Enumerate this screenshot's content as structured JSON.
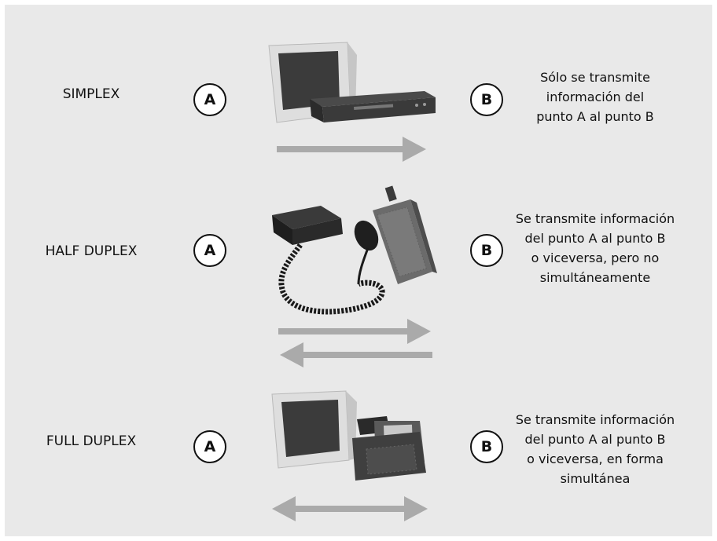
{
  "rows": [
    {
      "mode": "SIMPLEX",
      "endpoint_a": "A",
      "endpoint_b": "B",
      "description_lines": [
        "Sólo se transmite",
        "información del",
        "punto A al punto B"
      ],
      "devices": [
        "crt-monitor",
        "set-top-box"
      ],
      "arrow": "single-right"
    },
    {
      "mode": "HALF DUPLEX",
      "endpoint_a": "A",
      "endpoint_b": "B",
      "description_lines": [
        "Se transmite información",
        "del punto A al punto B",
        "o viceversa, pero no",
        "simultáneamente"
      ],
      "devices": [
        "radio-base-with-microphone",
        "walkie-talkie"
      ],
      "arrow": "two-opposing"
    },
    {
      "mode": "FULL DUPLEX",
      "endpoint_a": "A",
      "endpoint_b": "B",
      "description_lines": [
        "Se transmite información",
        "del punto A al punto B",
        "o viceversa, en forma",
        "simultánea"
      ],
      "devices": [
        "crt-monitor",
        "ip-phone"
      ],
      "arrow": "double-headed"
    }
  ],
  "colors": {
    "background": "#e9e9e9",
    "arrow": "#aaaaaa",
    "text": "#111111"
  }
}
